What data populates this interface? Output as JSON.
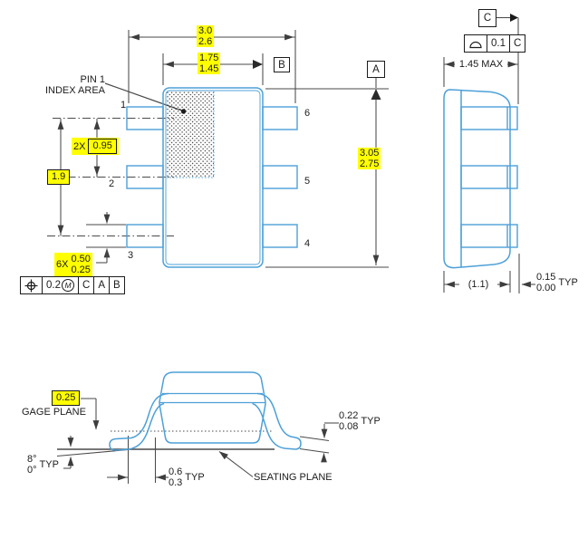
{
  "top_view": {
    "index_area_label_line1": "PIN 1",
    "index_area_label_line2": "INDEX AREA",
    "pin_numbers": [
      "1",
      "2",
      "3",
      "4",
      "5",
      "6"
    ],
    "dim_overall_width": {
      "max": "3.0",
      "min": "2.6"
    },
    "dim_body_width": {
      "max": "1.75",
      "min": "1.45"
    },
    "dim_overall_length": {
      "max": "3.05",
      "min": "2.75"
    },
    "dim_pitch": {
      "qty": "2X",
      "value": "0.95"
    },
    "dim_pitch_span": "1.9",
    "dim_lead_width": {
      "qty": "6X",
      "max": "0.50",
      "min": "0.25"
    },
    "datum_a": "A",
    "datum_b": "B",
    "fcf_position": {
      "tolerance": "0.2",
      "modifier": "M",
      "datum_1": "C",
      "datum_2": "A",
      "datum_3": "B"
    }
  },
  "side_view": {
    "datum_c": "C",
    "fcf_profile": {
      "tolerance": "0.1",
      "datum": "C"
    },
    "dim_height": "1.45 MAX",
    "dim_body_ref": "(1.1)",
    "dim_standoff": {
      "max": "0.15",
      "min": "0.00",
      "suffix": "TYP"
    }
  },
  "front_view": {
    "dim_gage_plane": "0.25",
    "gage_plane_label": "GAGE PLANE",
    "dim_lead_angle": {
      "max": "8°",
      "min": "0°",
      "suffix": "TYP"
    },
    "dim_foot_length": {
      "max": "0.6",
      "min": "0.3",
      "suffix": "TYP"
    },
    "seating_plane_label": "SEATING PLANE",
    "dim_lead_thickness": {
      "max": "0.22",
      "min": "0.08",
      "suffix": "TYP"
    }
  },
  "colors": {
    "line_blue": "#4da0d8",
    "line_gray": "#4a4a4a",
    "highlight": "#ffff00"
  }
}
